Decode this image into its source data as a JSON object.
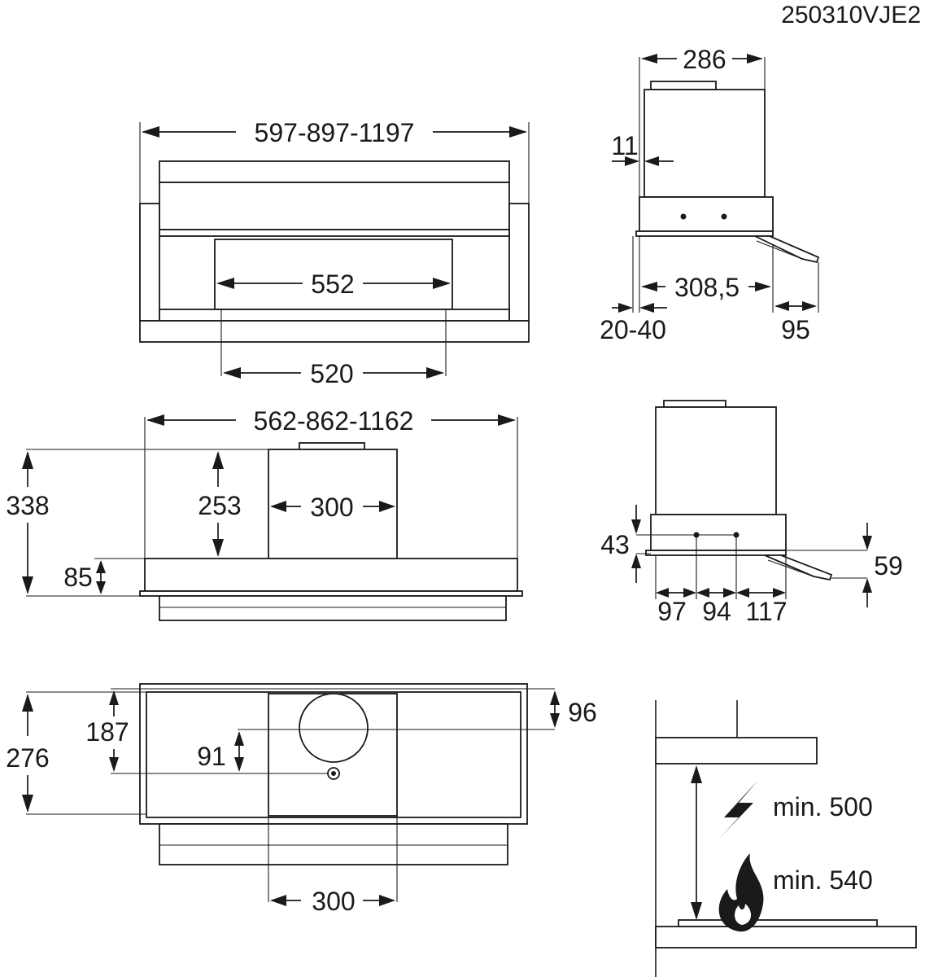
{
  "drawing_code": "250310VJE2",
  "front_view": {
    "total_width": "597-897-1197",
    "inner_width": "552",
    "bottom_width": "520"
  },
  "side_view": {
    "depth_top": "286",
    "wall_offset": "11",
    "depth_mid": "308,5",
    "gap": "20-40",
    "panel": "95"
  },
  "elevation_view": {
    "width": "562-862-1162",
    "height_total": "338",
    "height_motor": "253",
    "motor_width": "300",
    "base_height": "85"
  },
  "side_view_2": {
    "height_a": "43",
    "height_b": "59",
    "seg_1": "97",
    "seg_2": "94",
    "seg_3": "117"
  },
  "top_view": {
    "depth_total": "276",
    "depth_a": "187",
    "offset": "96",
    "hole_offset": "91",
    "motor_width": "300"
  },
  "installation": {
    "electric_min": "min. 500",
    "gas_min": "min. 540",
    "icons": [
      "lightning-icon",
      "flame-icon"
    ]
  }
}
